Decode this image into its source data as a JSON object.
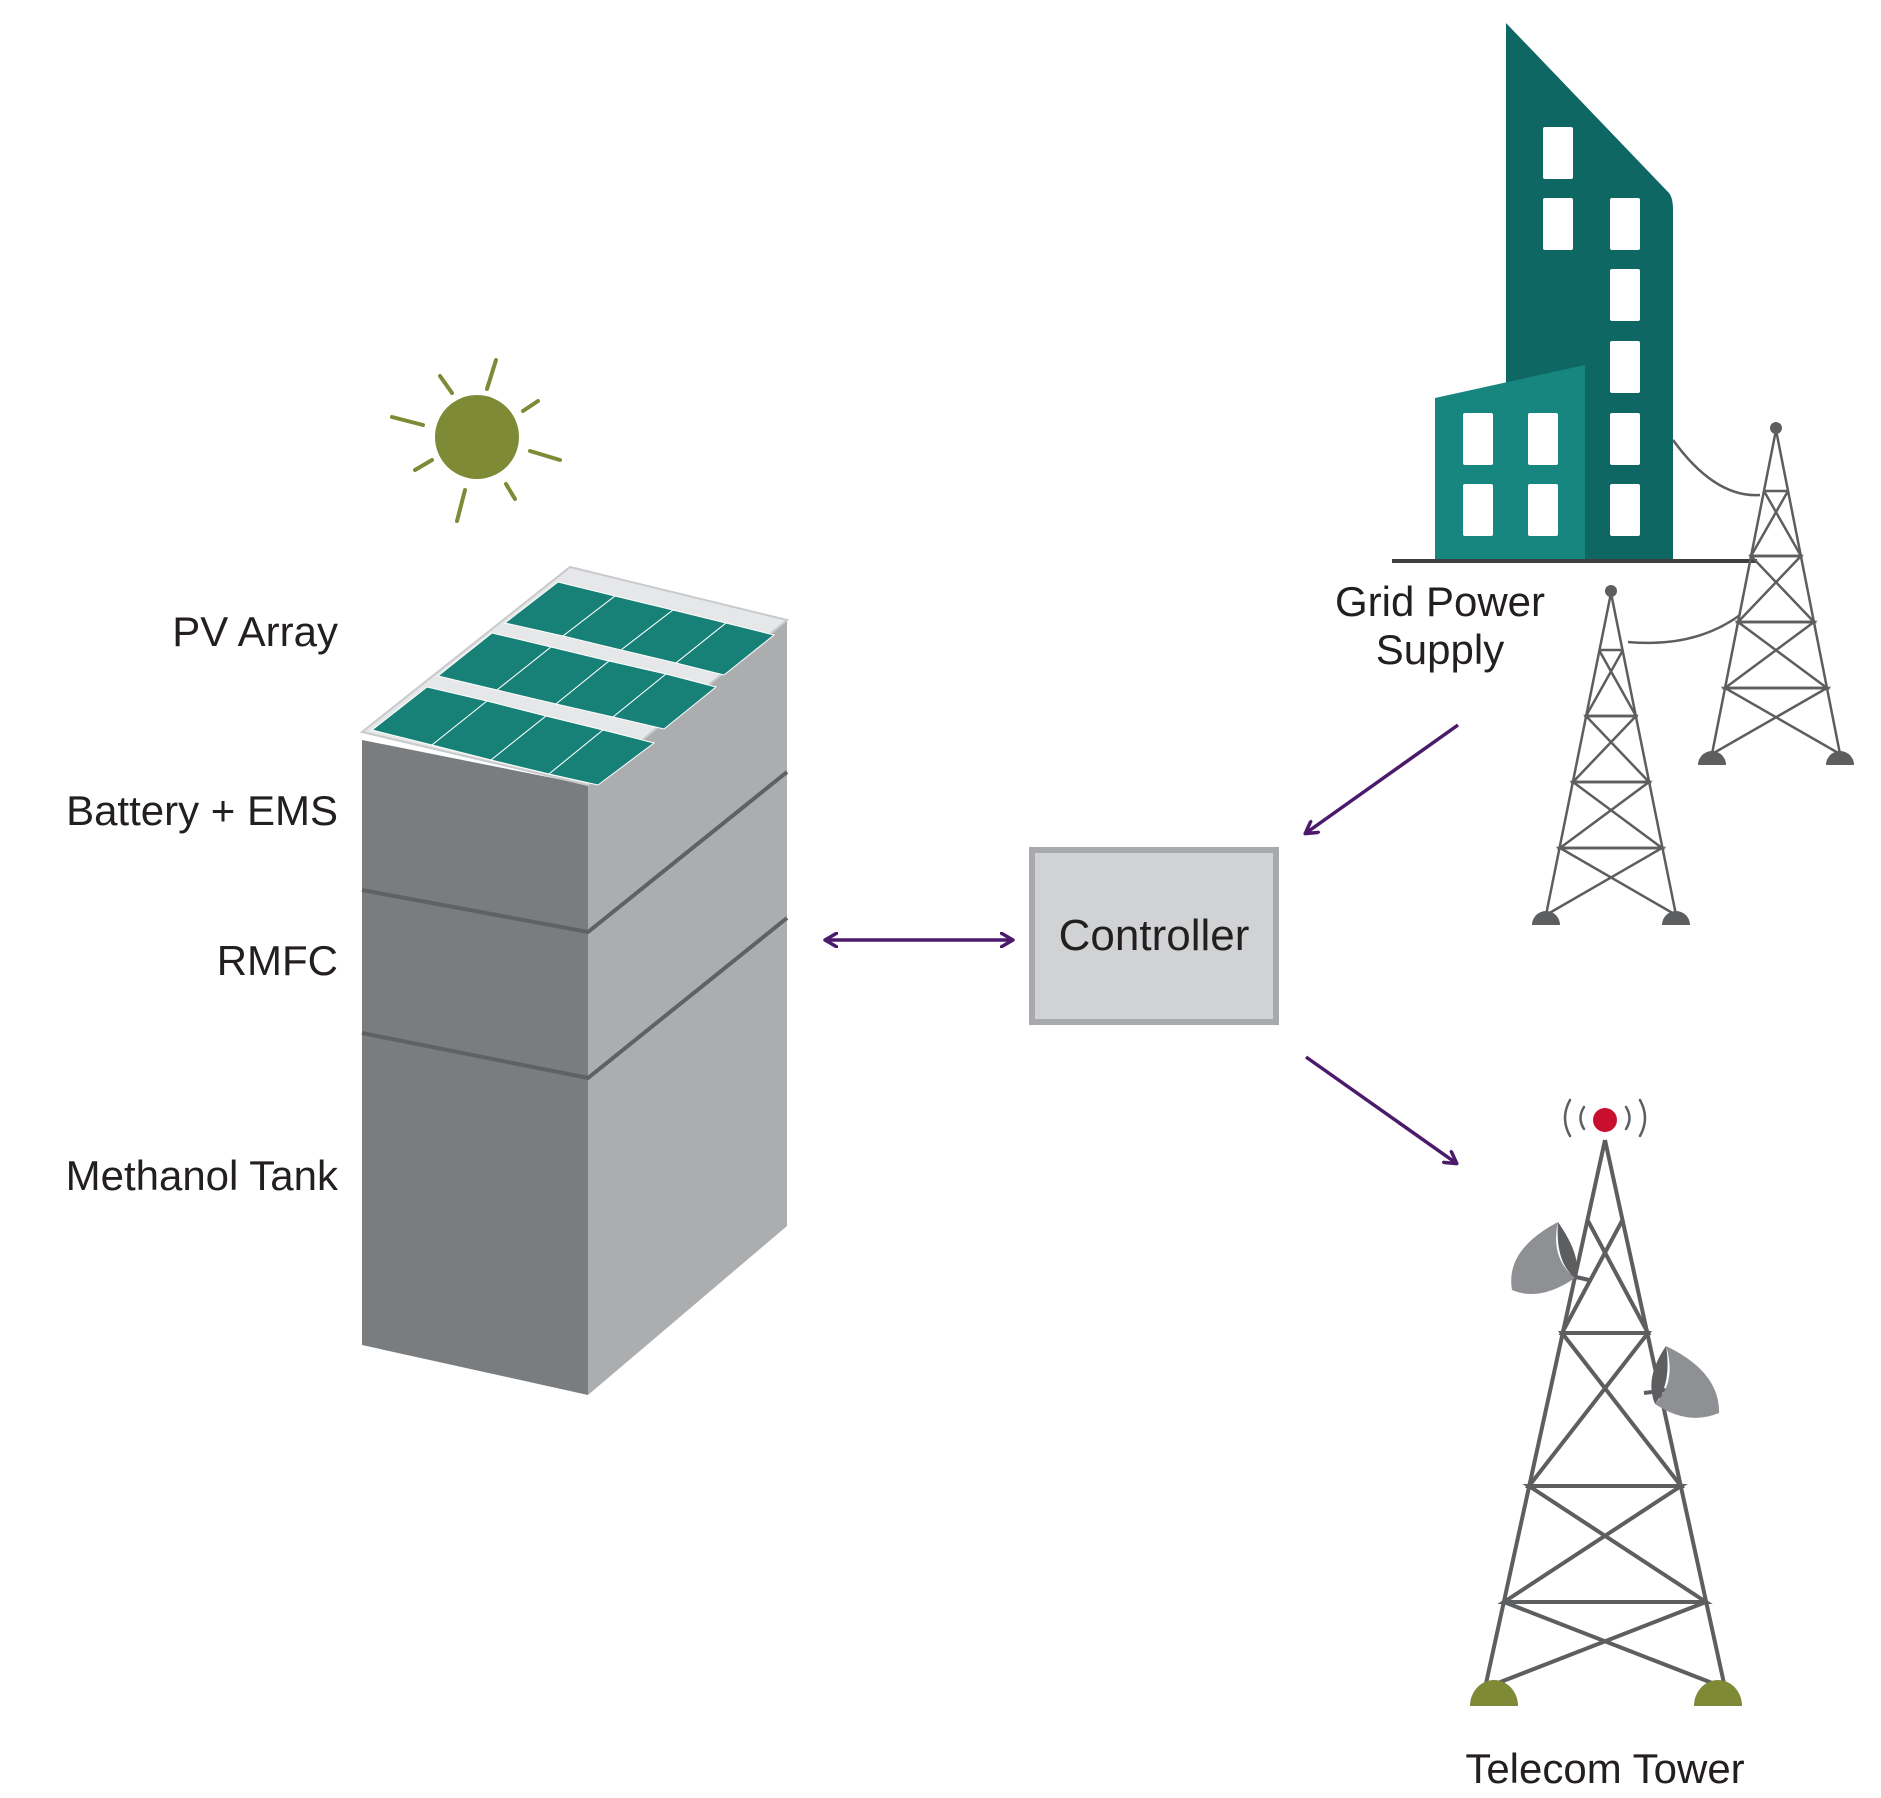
{
  "labels": {
    "pv_array": "PV Array",
    "battery_ems": "Battery + EMS",
    "rmfc": "RMFC",
    "methanol_tank": "Methanol Tank",
    "controller": "Controller",
    "grid_power_supply_line1": "Grid Power",
    "grid_power_supply_line2": "Supply",
    "telecom_tower": "Telecom Tower"
  },
  "icons": {
    "sun": "sun-icon",
    "solar_panel": "solar-panel-icon",
    "energy_stack": "energy-system-stack-icon",
    "building": "building-icon",
    "power_pylon": "transmission-tower-icon",
    "telecom_tower": "telecom-tower-icon",
    "dish": "satellite-dish-icon"
  },
  "colors": {
    "sun": "#7f8a37",
    "panel_cell": "#178178",
    "panel_frame": "#e6e7e8",
    "stack_front": "#7a7d80",
    "stack_side": "#acadaf",
    "arrow": "#4b1a6b",
    "building_tall": "#0e6763",
    "building_short": "#17867f",
    "pylon": "#5d5e60",
    "tower_foot": "#7f8a37",
    "tower_beacon": "#c8102e",
    "controller_fill": "#d1d2d4",
    "controller_border": "#a7a9ac"
  }
}
